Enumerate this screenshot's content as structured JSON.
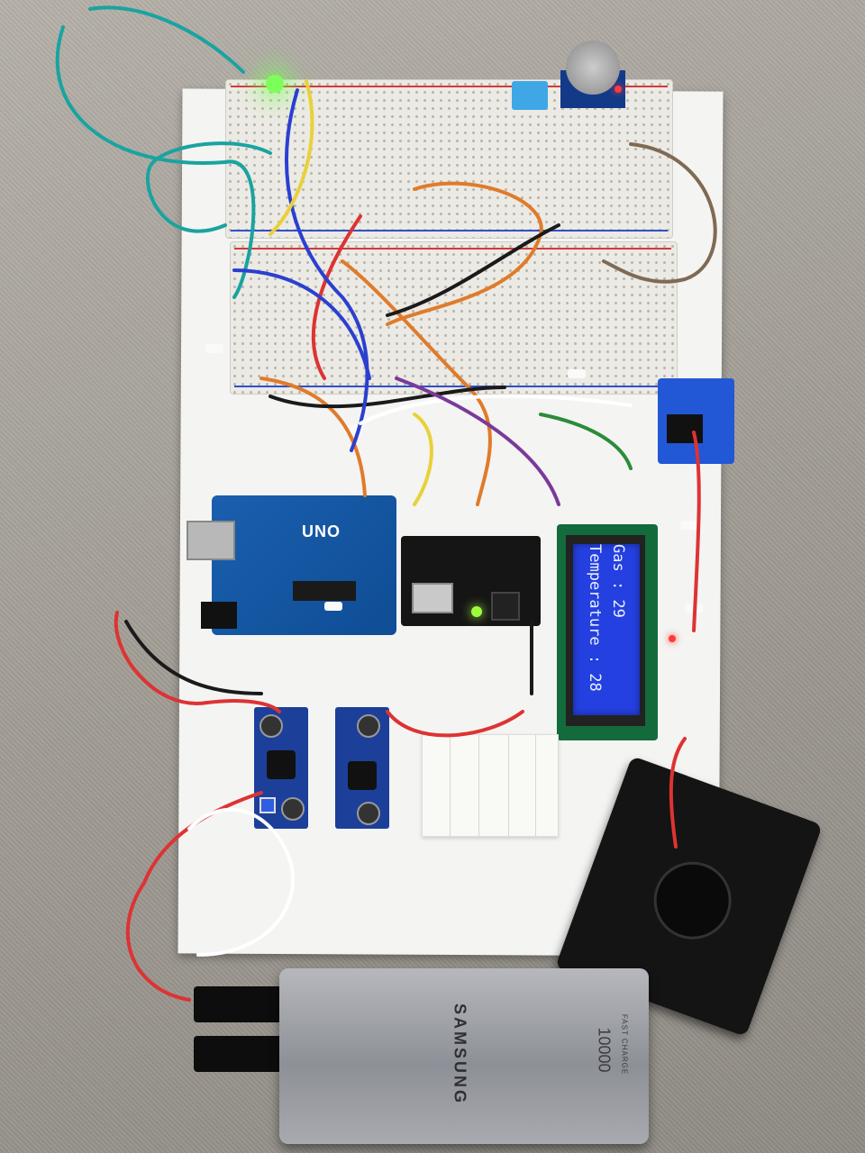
{
  "photo": {
    "subject": "Arduino prototype board",
    "lcd": {
      "line1": "Gas : 29",
      "line2": "Temperature : 28"
    },
    "arduino_label": "UNO",
    "powerbank": {
      "brand": "SAMSUNG",
      "capacity": "10000",
      "capacity_sub": "FAST CHARGE"
    }
  }
}
